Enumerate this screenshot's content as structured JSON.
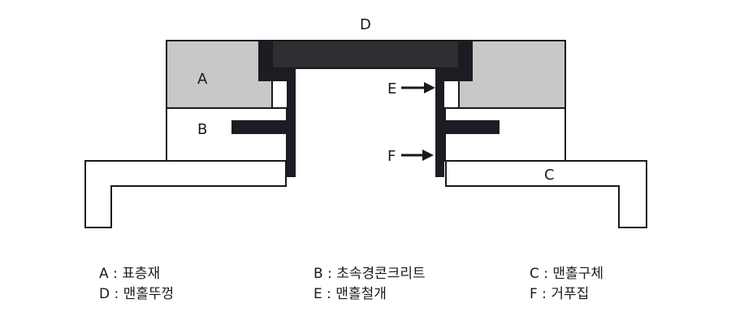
{
  "labels": {
    "a": "A",
    "b": "B",
    "c": "C",
    "d": "D",
    "e": "E",
    "f": "F"
  },
  "legend": [
    {
      "key": "A",
      "sep": " : ",
      "text": "표층재"
    },
    {
      "key": "B",
      "sep": " : ",
      "text": "초속경콘크리트"
    },
    {
      "key": "C",
      "sep": " : ",
      "text": "맨홀구체"
    },
    {
      "key": "D",
      "sep": " : ",
      "text": "맨홀뚜껑"
    },
    {
      "key": "E",
      "sep": " : ",
      "text": "맨홀철개"
    },
    {
      "key": "F",
      "sep": " : ",
      "text": "거푸집"
    }
  ],
  "colors": {
    "surface": "#c8c8c8",
    "cover": "#2e2e33",
    "frame": "#1c1c22",
    "outline": "#1a1a1a",
    "fill_white": "#ffffff"
  }
}
